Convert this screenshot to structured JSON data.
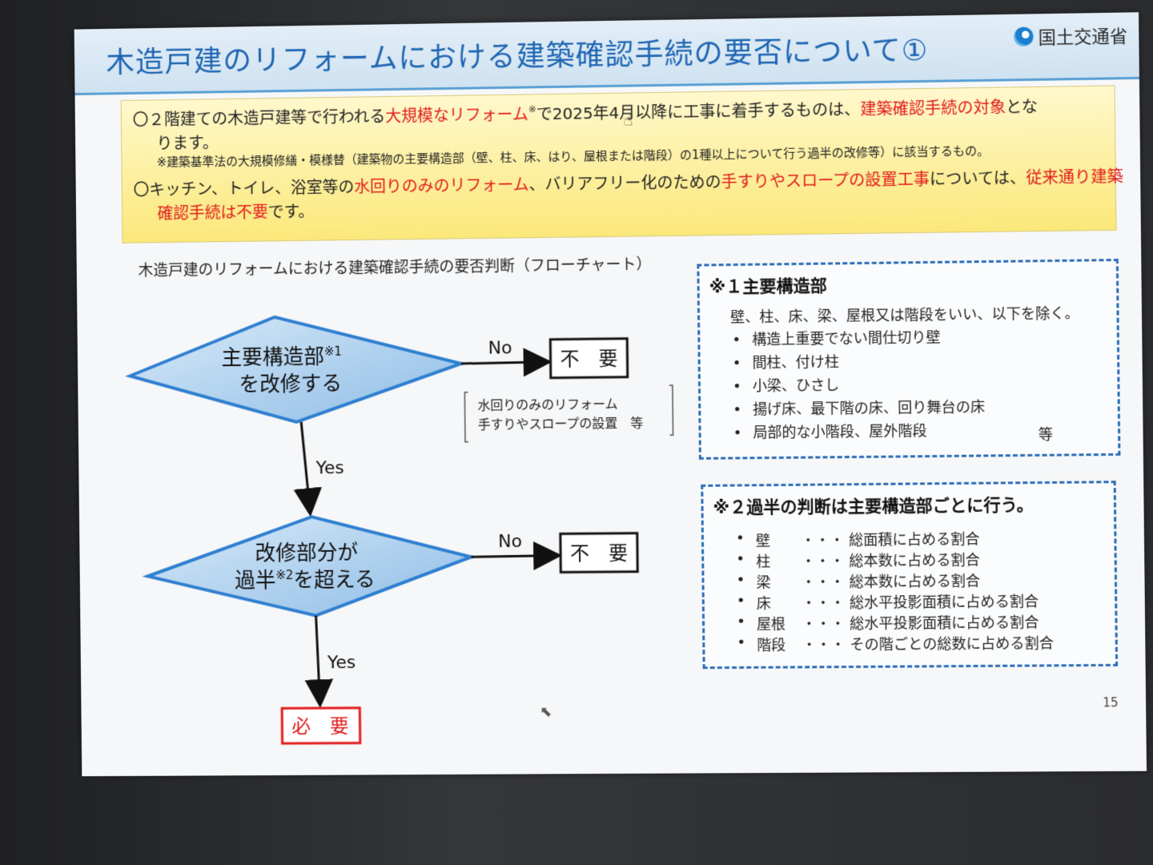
{
  "header": {
    "title": "木造戸建のリフォームにおける建築確認手続の要否について①",
    "ministry": "国土交通省",
    "logo_icon": "mlit-logo-icon"
  },
  "summary": {
    "p1_prefix": "〇２階建ての木造戸建等で行われる",
    "p1_red1": "大規模なリフォーム",
    "p1_sup": "※",
    "p1_mid": "で2025年4月以降に工事に着手するものは、",
    "p1_red2": "建築確認手続の対象",
    "p1_suffix": "とな",
    "p1_line2": "ります。",
    "p1_note": "※建築基準法の大規模修繕・模様替（建築物の主要構造部（壁、柱、床、はり、屋根または階段）の1種以上について行う過半の改修等）に該当するもの。",
    "p2_prefix": "〇キッチン、トイレ、浴室等の",
    "p2_red1": "水回りのみのリフォーム",
    "p2_mid": "、バリアフリー化のための",
    "p2_red2": "手すりやスロープの設置工事",
    "p2_mid2": "については、",
    "p2_red3": "従来通り建築",
    "p2_line2_red": "確認手続は不要",
    "p2_line2_suffix": "です。"
  },
  "flowchart": {
    "heading": "木造戸建のリフォームにおける建築確認手続の要否判断（フローチャート）",
    "decision1_line1": "主要構造部",
    "decision1_sup": "※1",
    "decision1_line2": "を改修する",
    "decision2_line1": "改修部分が",
    "decision2_line2a": "過半",
    "decision2_sup": "※2",
    "decision2_line2b": "を超える",
    "no_label": "No",
    "yes_label": "Yes",
    "result_not_required": "不　要",
    "result_required": "必　要",
    "example_line1": "水回りのみのリフォーム",
    "example_line2": "手すりやスロープの設置　等",
    "colors": {
      "diamond_fill": "#a9cdee",
      "diamond_stroke": "#2f7fd0",
      "required": "#e21b1b"
    }
  },
  "note1": {
    "heading": "※１主要構造部",
    "intro": "壁、柱、床、梁、屋根又は階段をいい、以下を除く。",
    "items": [
      "構造上重要でない間仕切り壁",
      "間柱、付け柱",
      "小梁、ひさし",
      "揚げ床、最下階の床、回り舞台の床",
      "局部的な小階段、屋外階段"
    ],
    "etc": "等"
  },
  "note2": {
    "heading": "※２過半の判断は主要構造部ごとに行う。",
    "items": [
      {
        "part": "壁",
        "desc": "・・・ 総面積に占める割合"
      },
      {
        "part": "柱",
        "desc": "・・・ 総本数に占める割合"
      },
      {
        "part": "梁",
        "desc": "・・・ 総本数に占める割合"
      },
      {
        "part": "床",
        "desc": "・・・ 総水平投影面積に占める割合"
      },
      {
        "part": "屋根",
        "desc": "・・・ 総水平投影面積に占める割合"
      },
      {
        "part": "階段",
        "desc": "・・・ その階ごとの総数に占める割合"
      }
    ]
  },
  "page_number": "15"
}
